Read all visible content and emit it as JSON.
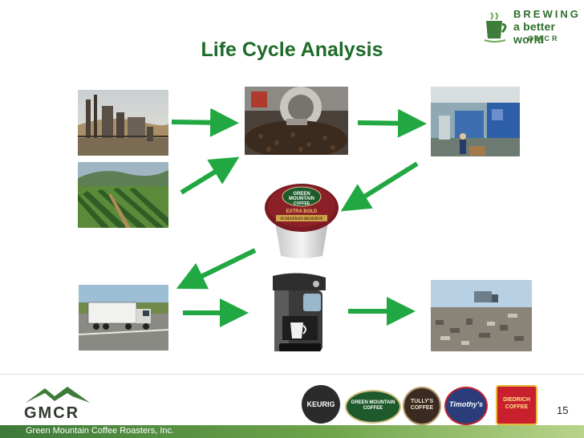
{
  "slide": {
    "title": "Life Cycle Analysis",
    "page_number": "15",
    "footer_text": "Green Mountain Coffee Roasters, Inc."
  },
  "brand": {
    "line1": "BREWING",
    "line2": "a better world",
    "line3": "GMCR",
    "color": "#2f6e2c"
  },
  "gmcr_logo": {
    "text": "GMCR",
    "icon": "mountain-logo"
  },
  "kcup": {
    "line1": "GREEN",
    "line2": "MOUNTAIN",
    "line3": "COFFEE",
    "label1": "EXTRA BOLD",
    "label2": "SUMATRAN RESERVE"
  },
  "footer_brands": [
    {
      "name": "KEURIG"
    },
    {
      "name": "GREEN MOUNTAIN COFFEE"
    },
    {
      "name": "TULLY'S COFFEE"
    },
    {
      "name": "Timothy's"
    },
    {
      "name": "DIEDRICH COFFEE"
    }
  ],
  "colors": {
    "title": "#1e6b2a",
    "arrow": "#22a843",
    "footer_band_start": "#3d7a39",
    "footer_band_end": "#b9d48b"
  }
}
